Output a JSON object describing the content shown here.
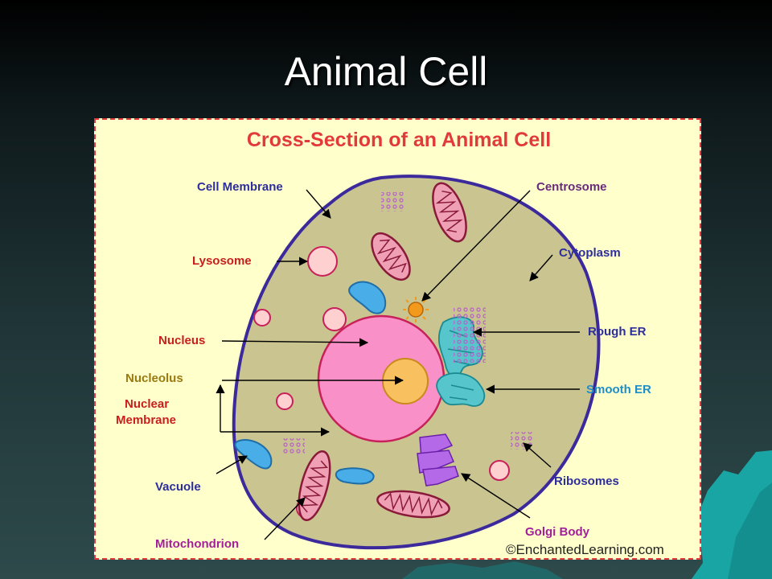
{
  "slide": {
    "title": "Animal Cell"
  },
  "diagram": {
    "heading": "Cross-Section of an Animal Cell",
    "credit": "©EnchantedLearning.com",
    "labels": {
      "cell_membrane": "Cell Membrane",
      "lysosome": "Lysosome",
      "nucleus": "Nucleus",
      "nucleolus": "Nucleolus",
      "nuclear_membrane_1": "Nuclear",
      "nuclear_membrane_2": "Membrane",
      "vacuole": "Vacuole",
      "mitochondrion": "Mitochondrion",
      "centrosome": "Centrosome",
      "cytoplasm": "Cytoplasm",
      "rough_er": "Rough ER",
      "smooth_er": "Smooth ER",
      "ribosomes": "Ribosomes",
      "golgi_body": "Golgi Body"
    },
    "colors": {
      "heading": "#e23a3a",
      "cytoplasm": "#c9c490",
      "membrane": "#3c2a9c",
      "nucleus": "#f990c8",
      "nucleolus": "#f9c060",
      "lysosome": "#ffd0d0",
      "mitochondrion": "#f0a0b4",
      "vacuole": "#49aee8",
      "er": "#56c6cc",
      "golgi": "#b46ae8",
      "centrosome": "#f39a1c",
      "ribosome": "#b860c8",
      "label_blue": "#2d2e9c",
      "label_red": "#c81e1e",
      "label_gold": "#9a7a10",
      "label_purple": "#a31f9a",
      "label_teal": "#1f8ec8"
    }
  }
}
